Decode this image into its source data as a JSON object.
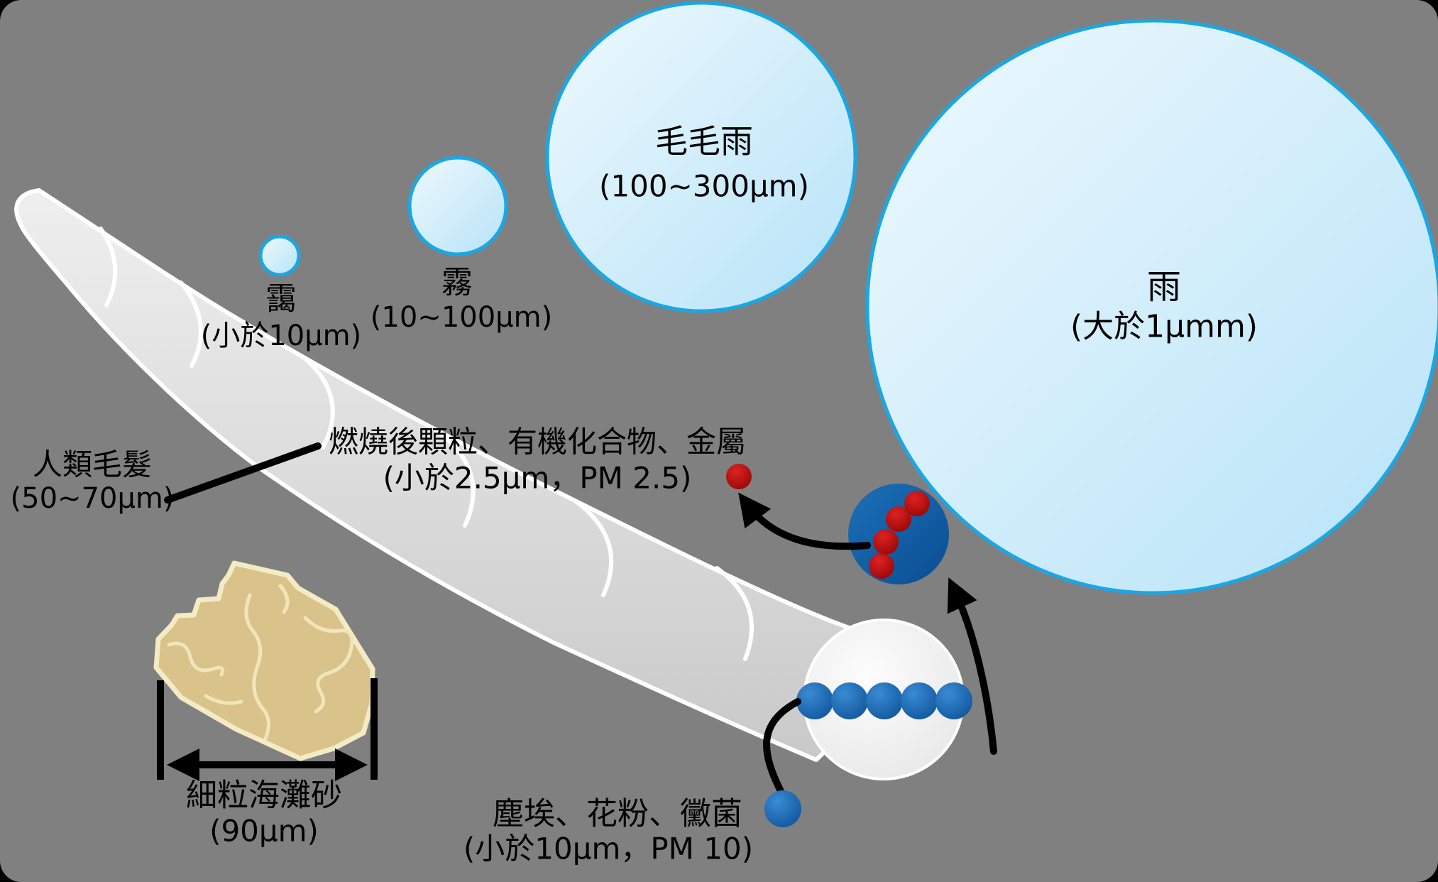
{
  "colors": {
    "background": "#808080",
    "droplet_border": "#1aa7e4",
    "droplet_fill_light": "#ecf8fe",
    "droplet_fill_dark": "#b7e3f8",
    "hair_fill": "#dcdcdc",
    "hair_outline": "#ffffff",
    "pm10_dot_blue": "#0d5096",
    "magnifier_blue": "#11589e",
    "pm25_dot_red": "#a80404",
    "sand_fill": "#d9c38a",
    "sand_outline": "#f3ebc3",
    "line_black": "#000000"
  },
  "droplets": {
    "mist": {
      "name": "靄",
      "size": "(小於10μm)"
    },
    "fog": {
      "name": "霧",
      "size": "(10~100μm)"
    },
    "drizzle": {
      "name": "毛毛雨",
      "size": "(100~300μm)"
    },
    "rain": {
      "name": "雨",
      "size": "(大於1μmm)"
    }
  },
  "hair": {
    "name": "人類毛髮",
    "size": "(50~70μm)"
  },
  "sand": {
    "name": "細粒海灘砂",
    "size": "(90μm)"
  },
  "pm25": {
    "name": "燃燒後顆粒、有機化合物、金屬",
    "size": "(小於2.5μm，PM 2.5)"
  },
  "pm10": {
    "name": "塵埃、花粉、黴菌",
    "size": "(小於10μm，PM 10)"
  }
}
